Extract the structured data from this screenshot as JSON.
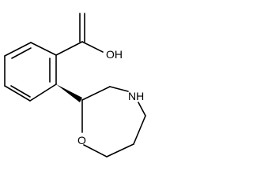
{
  "atoms": {
    "hydroxyl": "OH",
    "nitrogen_h": "NH",
    "oxygen": "O"
  },
  "colors": {
    "line": "#000000",
    "background": "#ffffff"
  }
}
